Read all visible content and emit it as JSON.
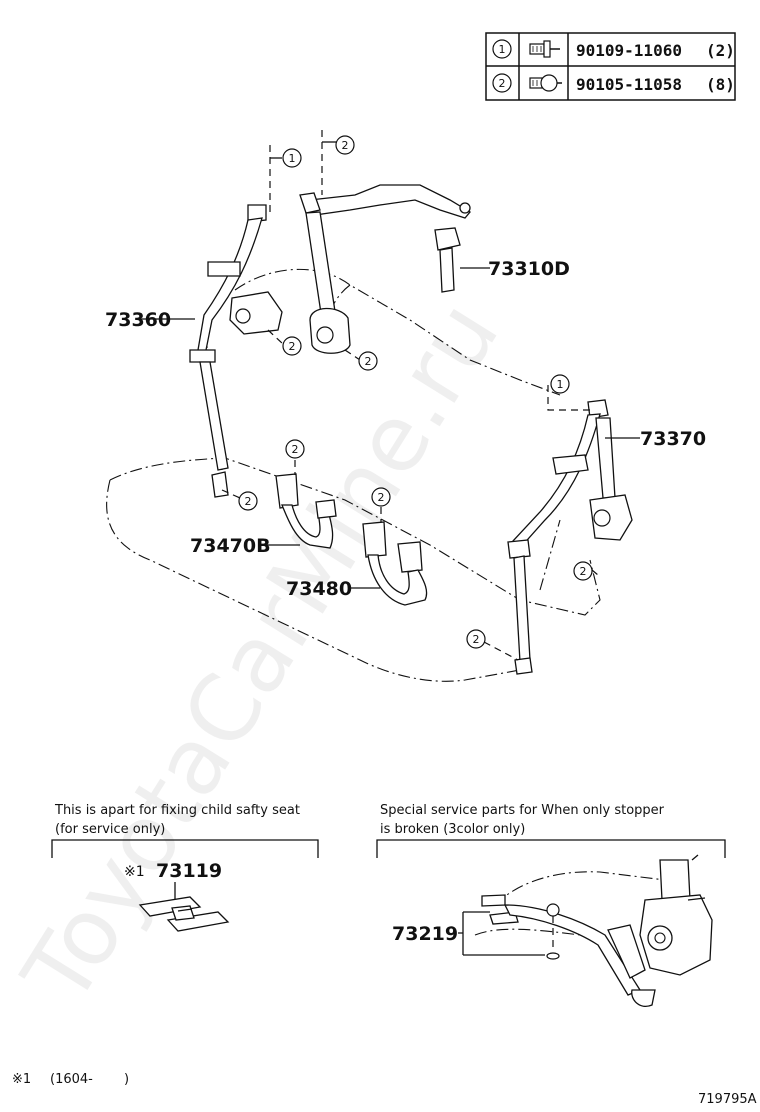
{
  "legend": {
    "rows": [
      {
        "num": "1",
        "part": "90109-11060",
        "qty": "(2)",
        "icon": "bolt-icon"
      },
      {
        "num": "2",
        "part": "90105-11058",
        "qty": "(8)",
        "icon": "bolt-icon"
      }
    ]
  },
  "callouts": {
    "c73310": "73310D",
    "c73360": "73360",
    "c73370": "73370",
    "c73470": "73470B",
    "c73480": "73480",
    "c73119": "73119",
    "c73119_mark": "※1",
    "c73219": "73219"
  },
  "bolt_marks": {
    "one": "1",
    "two": "2"
  },
  "notes": {
    "left_line1": "This is apart for fixing child safty seat",
    "left_line2": "(for service only)",
    "right_line1": "Special service parts for When only stopper",
    "right_line2": "is broken (3color only)",
    "footnote_mark": "※1",
    "footnote_text": "(1604-",
    "footnote_close": ")"
  },
  "diagram_id": "719795A",
  "watermark": "ToyotaCarMine.ru"
}
